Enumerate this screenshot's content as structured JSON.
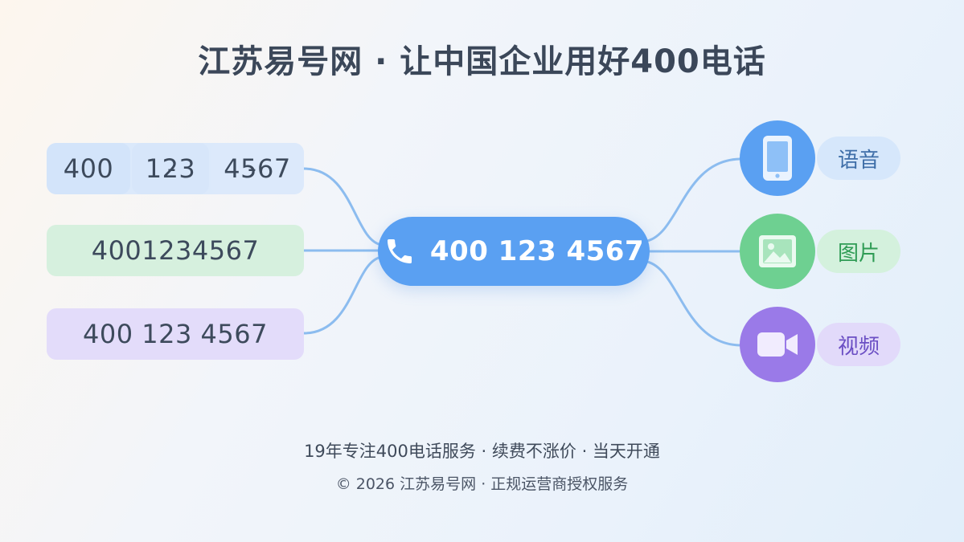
{
  "title": "江苏易号网 · 让中国企业用好400电话",
  "left_formats": {
    "dashed": {
      "part1": "400",
      "part2": "123",
      "part3": "4567",
      "separator": "-"
    },
    "plain": "4001234567",
    "spaced": "400 123 4567"
  },
  "center": {
    "number": "400 123 4567",
    "icon": "phone-icon"
  },
  "right_items": [
    {
      "label": "语音",
      "icon": "smartphone-icon",
      "color": "#5aa0f2"
    },
    {
      "label": "图片",
      "icon": "image-icon",
      "color": "#6ed091"
    },
    {
      "label": "视频",
      "icon": "video-camera-icon",
      "color": "#9a7ae8"
    }
  ],
  "footer": {
    "line1": "19年专注400电话服务 · 续费不涨价 · 当天开通",
    "line2": "© 2026 江苏易号网 · 正规运营商授权服务"
  }
}
